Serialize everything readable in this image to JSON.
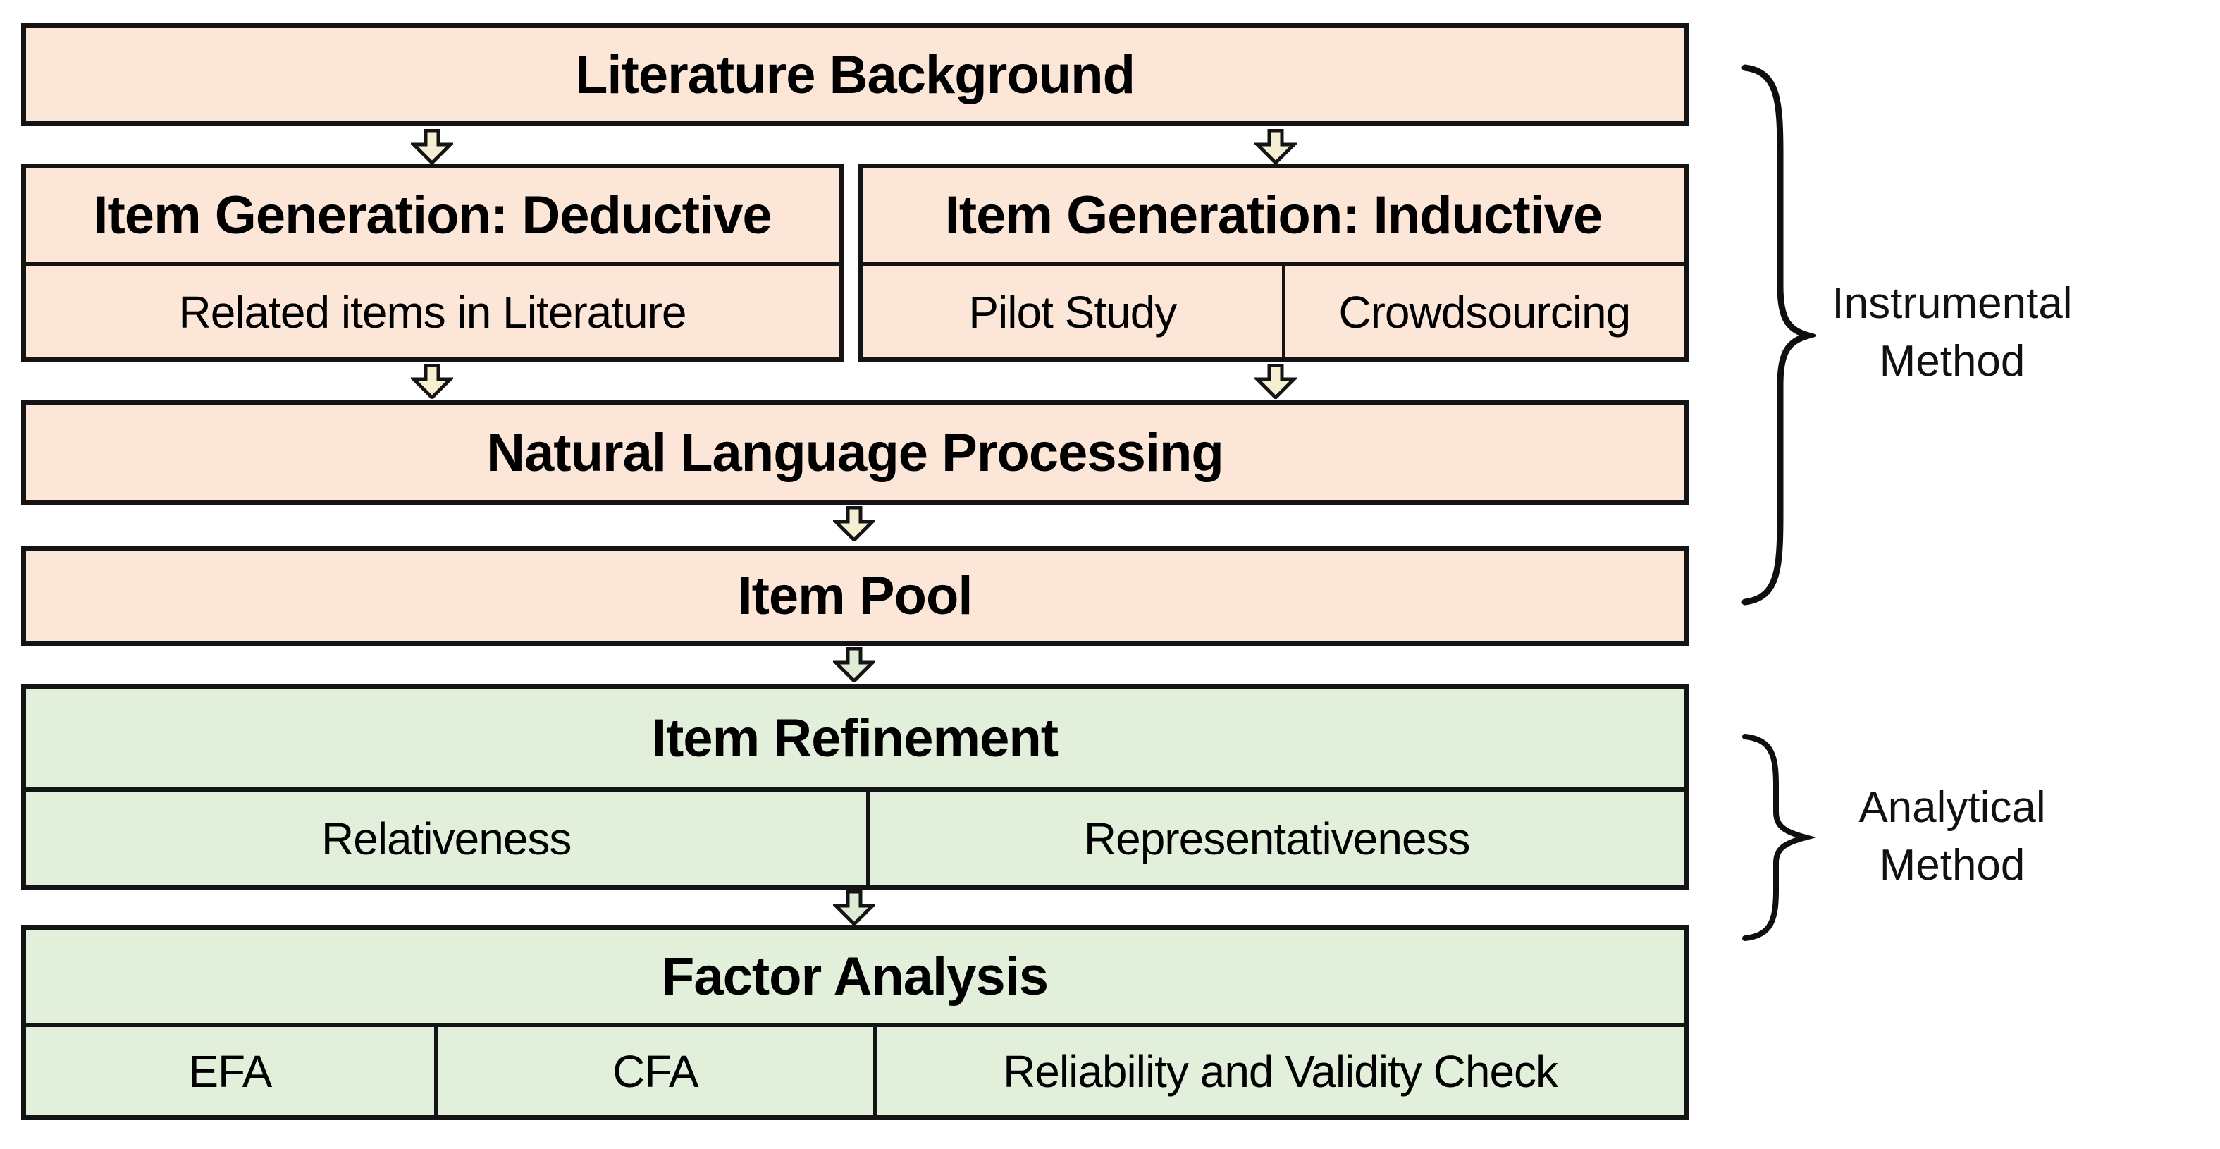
{
  "boxes": {
    "literature": {
      "label": "Literature Background"
    },
    "deductive": {
      "header": "Item Generation: Deductive",
      "cells": [
        "Related items in Literature"
      ]
    },
    "inductive": {
      "header": "Item Generation: Inductive",
      "cells": [
        "Pilot Study",
        "Crowdsourcing"
      ]
    },
    "nlp": {
      "label": "Natural Language Processing"
    },
    "pool": {
      "label": "Item Pool"
    },
    "refinement": {
      "header": "Item Refinement",
      "cells": [
        "Relativeness",
        "Representativeness"
      ]
    },
    "factor": {
      "header": "Factor Analysis",
      "cells": [
        "EFA",
        "CFA",
        "Reliability and Validity Check"
      ]
    }
  },
  "labels": {
    "instrumental": {
      "line1": "Instrumental",
      "line2": "Method"
    },
    "analytical": {
      "line1": "Analytical",
      "line2": "Method"
    }
  },
  "icons": {
    "flow_arrow": "down-arrow",
    "group_marker": "right-curly-brace"
  },
  "colors": {
    "box_fill_instrumental": "#FBE6D8",
    "box_fill_analytical": "#E2EFDA",
    "arrow_fill_instrumental": "#F5EFD2",
    "arrow_fill_analytical": "#DEECD5",
    "outline": "#141414",
    "background": "#FFFFFF",
    "text": "#000000"
  }
}
